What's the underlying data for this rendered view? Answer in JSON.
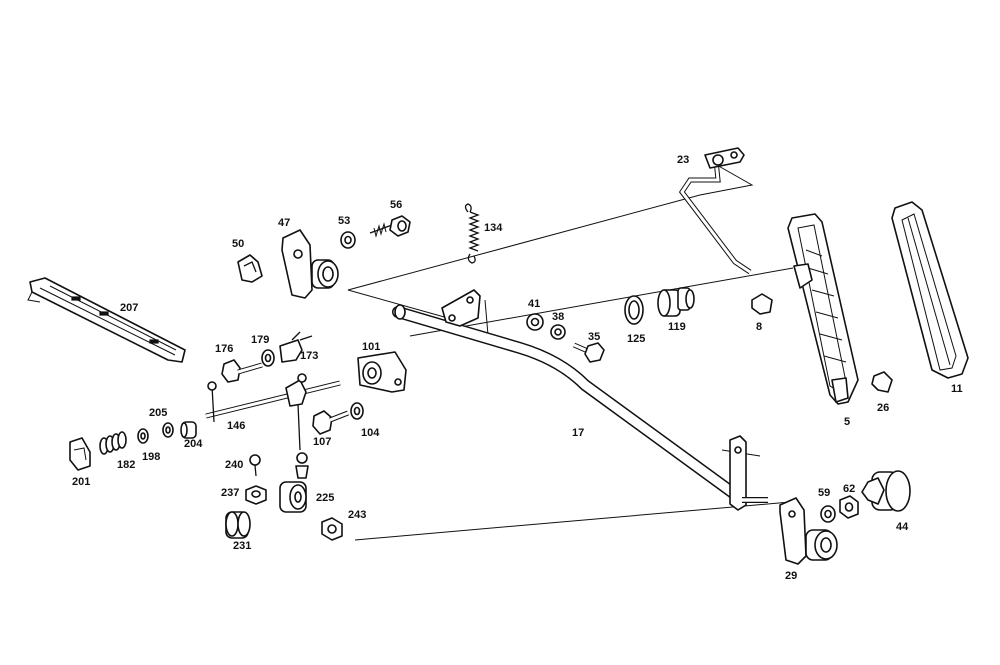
{
  "labels": {
    "p23": "23",
    "p47": "47",
    "p53": "53",
    "p56": "56",
    "p134": "134",
    "p50": "50",
    "p207": "207",
    "p41": "41",
    "p38": "38",
    "p35": "35",
    "p125": "125",
    "p119": "119",
    "p8": "8",
    "p5": "5",
    "p26": "26",
    "p11": "11",
    "p176": "176",
    "p179": "179",
    "p173": "173",
    "p101": "101",
    "p146": "146",
    "p205": "205",
    "p204": "204",
    "p107": "107",
    "p104": "104",
    "p17": "17",
    "p201": "201",
    "p182": "182",
    "p198": "198",
    "p240": "240",
    "p237": "237",
    "p225": "225",
    "p231": "231",
    "p243": "243",
    "p59": "59",
    "p62": "62",
    "p44": "44",
    "p29": "29"
  },
  "colors": {
    "ink": "#111111",
    "paper": "#ffffff"
  }
}
